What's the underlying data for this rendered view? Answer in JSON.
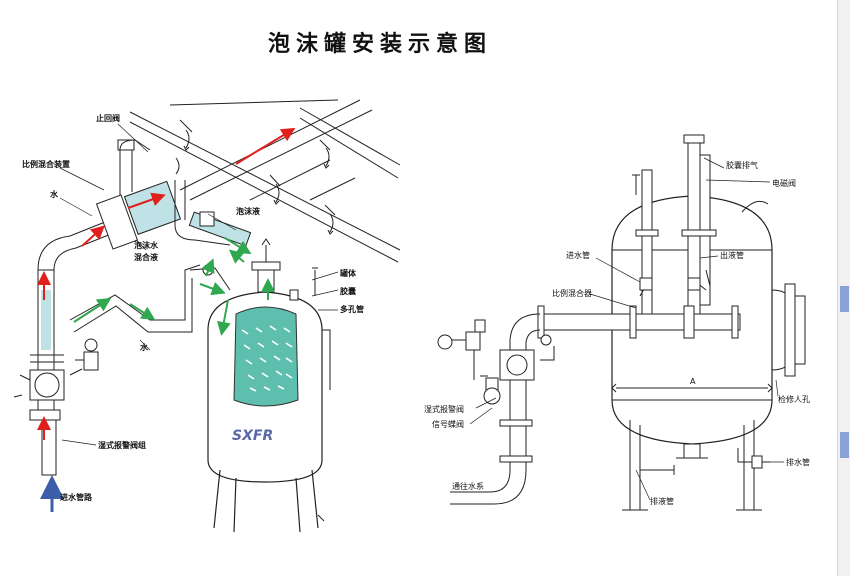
{
  "title": "泡沫罐安装示意图",
  "left_labels": {
    "check_valve": "止回阀",
    "proportional_mixer": "比例混合装置",
    "water_1": "水",
    "foam_water_mix_pipe_1": "泡沫水",
    "foam_water_mix_pipe_2": "混合液",
    "foam_liquid": "泡沫液",
    "tank_body": "罐体",
    "bladder": "胶囊",
    "perforated_pipe": "多孔管",
    "water_2": "水",
    "wet_alarm_valve_group": "湿式报警阀组",
    "water_inlet_main": "进水管路",
    "tank_logo": "SXFR"
  },
  "right_labels": {
    "bladder_vent": "胶囊排气",
    "solenoid_valve": "电磁阀",
    "water_inlet_pipe": "进水管",
    "liquid_outlet_pipe": "出液管",
    "proportional_mixer": "比例混合器",
    "wet_alarm_valve": "湿式报警阀",
    "signal_butterfly_valve": "信号蝶阀",
    "inspection_manhole": "检修人孔",
    "dimension_a": "A",
    "liquid_drain_pipe": "排液管",
    "water_drain_pipe": "排水管",
    "to_spray_system": "通往水系"
  },
  "colors": {
    "red_arrow": "#e0201c",
    "green_arrow": "#2fa84f",
    "blue_arrow": "#3b5fa8",
    "teal_fill": "#5fbfae",
    "line": "#222222"
  }
}
